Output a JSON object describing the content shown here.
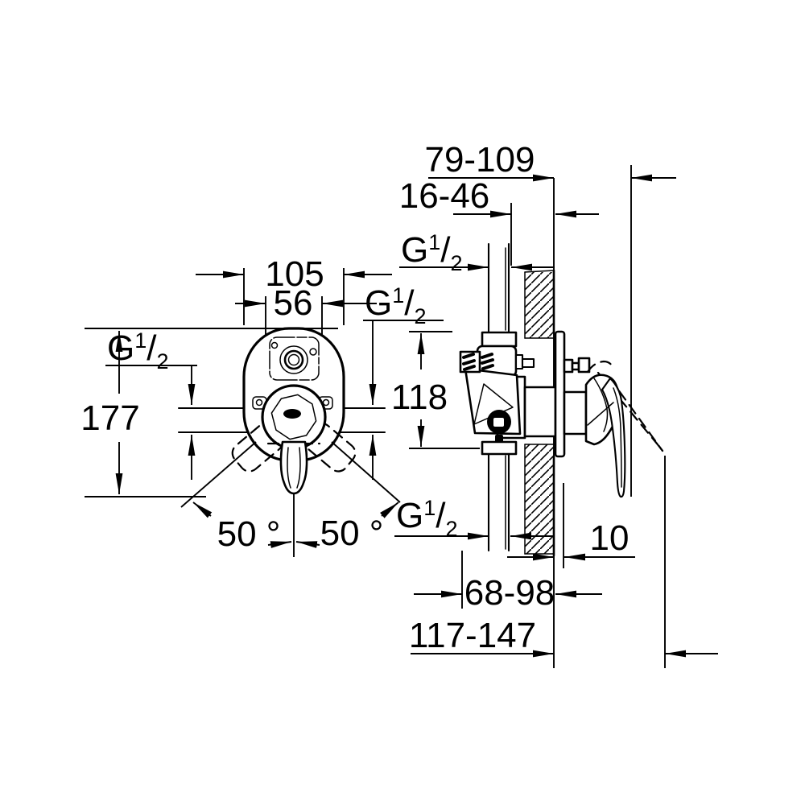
{
  "drawing": {
    "background": "#ffffff",
    "line_color": "#000000",
    "labels": {
      "thread": {
        "main": "G",
        "sup": "1",
        "slash": "/",
        "sub": "2"
      },
      "dim_depth_wall_max": "79-109",
      "dim_wall_thickness": "16-46",
      "dim_plate_width": "105",
      "dim_body_width": "56",
      "dim_height": "177",
      "dim_body_height": "118",
      "dim_angle_left": "50 °",
      "dim_angle_right": "50 °",
      "dim_plate_depth": "10",
      "dim_depth_wall_min": "68-98",
      "dim_total_depth": "117-147"
    }
  }
}
